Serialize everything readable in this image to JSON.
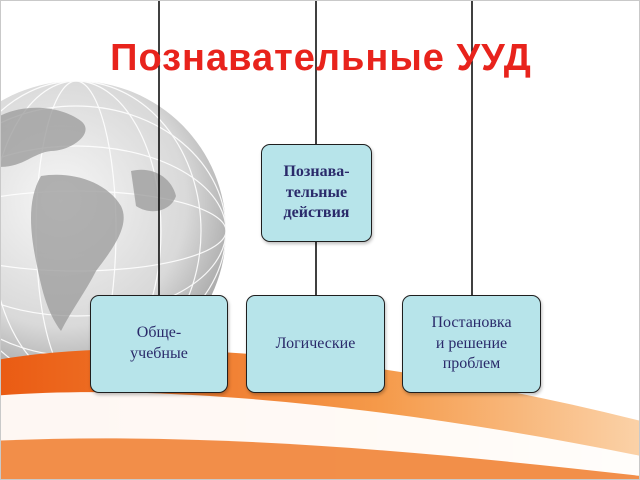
{
  "title": "Познавательные УУД",
  "diagram": {
    "root": {
      "label": "Познава-\nтельные\nдействия"
    },
    "children": [
      {
        "label": "Обще-\nучебные"
      },
      {
        "label": "Логические"
      },
      {
        "label": "Постановка\nи решение\nпроблем"
      }
    ]
  },
  "colors": {
    "title": "#e8231c",
    "box_fill": "#b7e4ea",
    "box_border": "#1f1f1f",
    "box_text": "#2a2a6a",
    "accent_orange": "#f07b2a"
  }
}
